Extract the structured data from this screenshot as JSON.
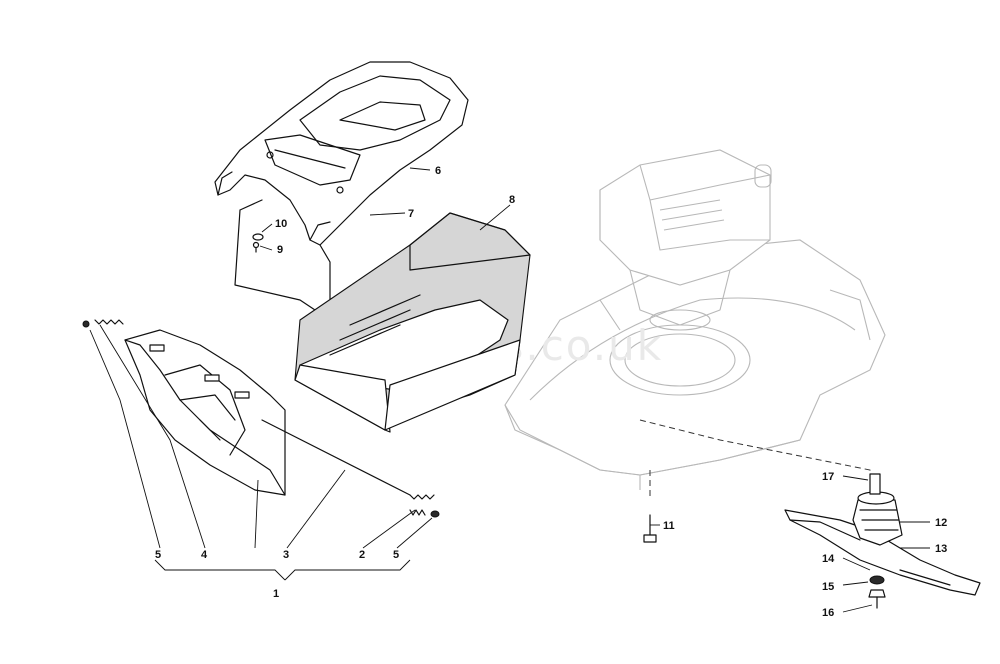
{
  "watermark": "spares.co.uk",
  "callouts": {
    "c1": "1",
    "c2": "2",
    "c3": "3",
    "c4": "4",
    "c5a": "5",
    "c5b": "5",
    "c6": "6",
    "c7": "7",
    "c8": "8",
    "c9": "9",
    "c10": "10",
    "c11": "11",
    "c12": "12",
    "c13": "13",
    "c14": "14",
    "c15": "15",
    "c16": "16",
    "c17": "17"
  }
}
